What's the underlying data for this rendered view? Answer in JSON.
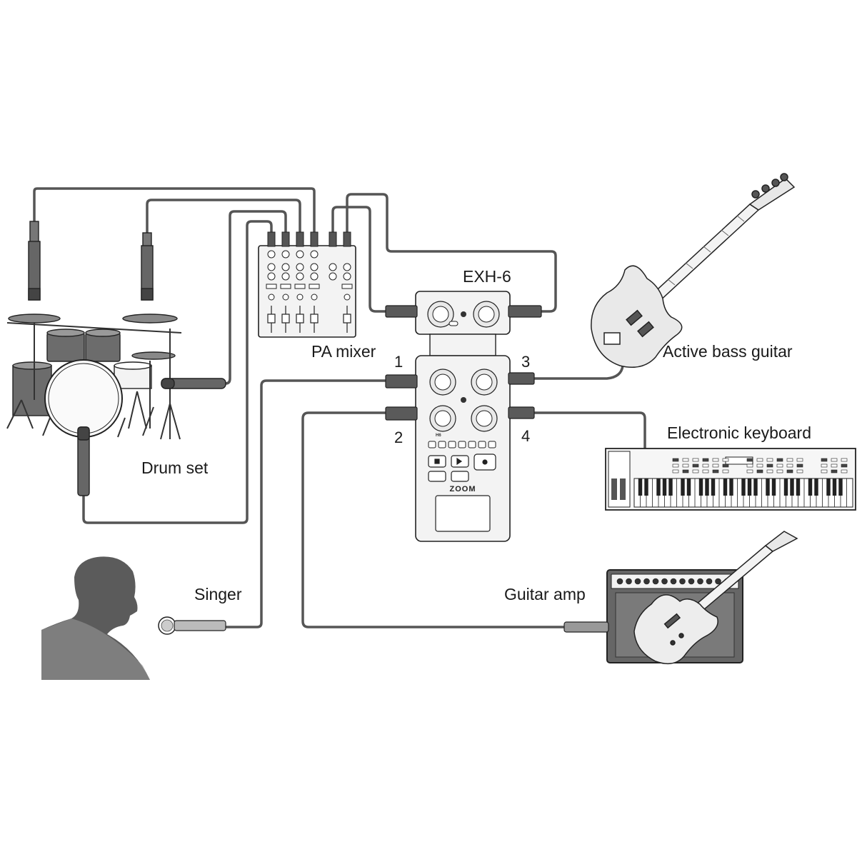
{
  "labels": {
    "exh6": "EXH-6",
    "pa_mixer": "PA mixer",
    "active_bass_guitar": "Active bass guitar",
    "electronic_keyboard": "Electronic keyboard",
    "drum_set": "Drum set",
    "singer": "Singer",
    "guitar_amp": "Guitar amp"
  },
  "inputs": {
    "in1": "1",
    "in2": "2",
    "in3": "3",
    "in4": "4"
  },
  "recorder": {
    "model": "H6",
    "brand": "ZOOM"
  }
}
